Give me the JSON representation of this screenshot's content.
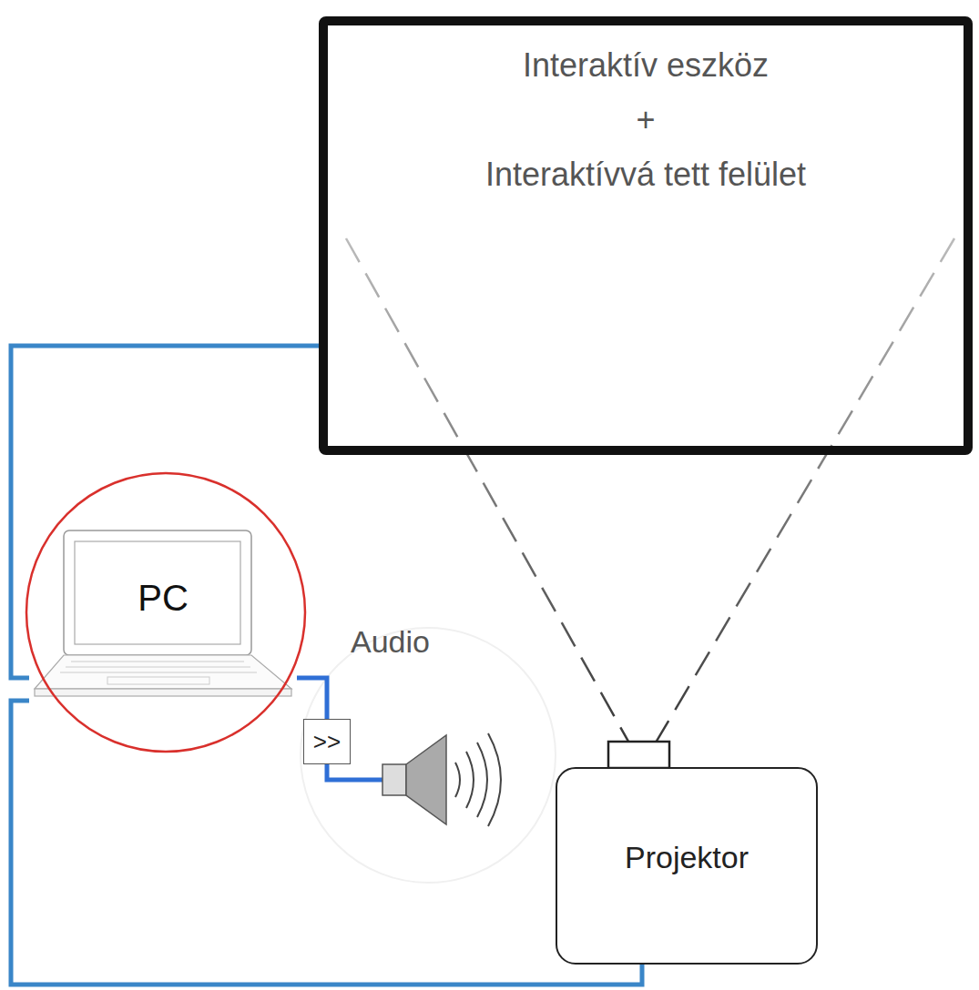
{
  "diagram": {
    "nodes": [
      {
        "text": [
          "Interaktív eszköz",
          "+",
          "Interaktívvá tett felület"
        ]
      },
      {
        "text": [
          "PC"
        ]
      },
      {
        "text": [
          ">>"
        ]
      },
      {
        "text": [
          "Projektor"
        ]
      }
    ],
    "edges": [
      {
        "from": 1,
        "to": 0,
        "arrow": "none"
      },
      {
        "from": 1,
        "to": 2,
        "arrow": "none"
      },
      {
        "from": 1,
        "to": 3,
        "arrow": "none"
      }
    ],
    "labels": [
      "Audio"
    ]
  }
}
